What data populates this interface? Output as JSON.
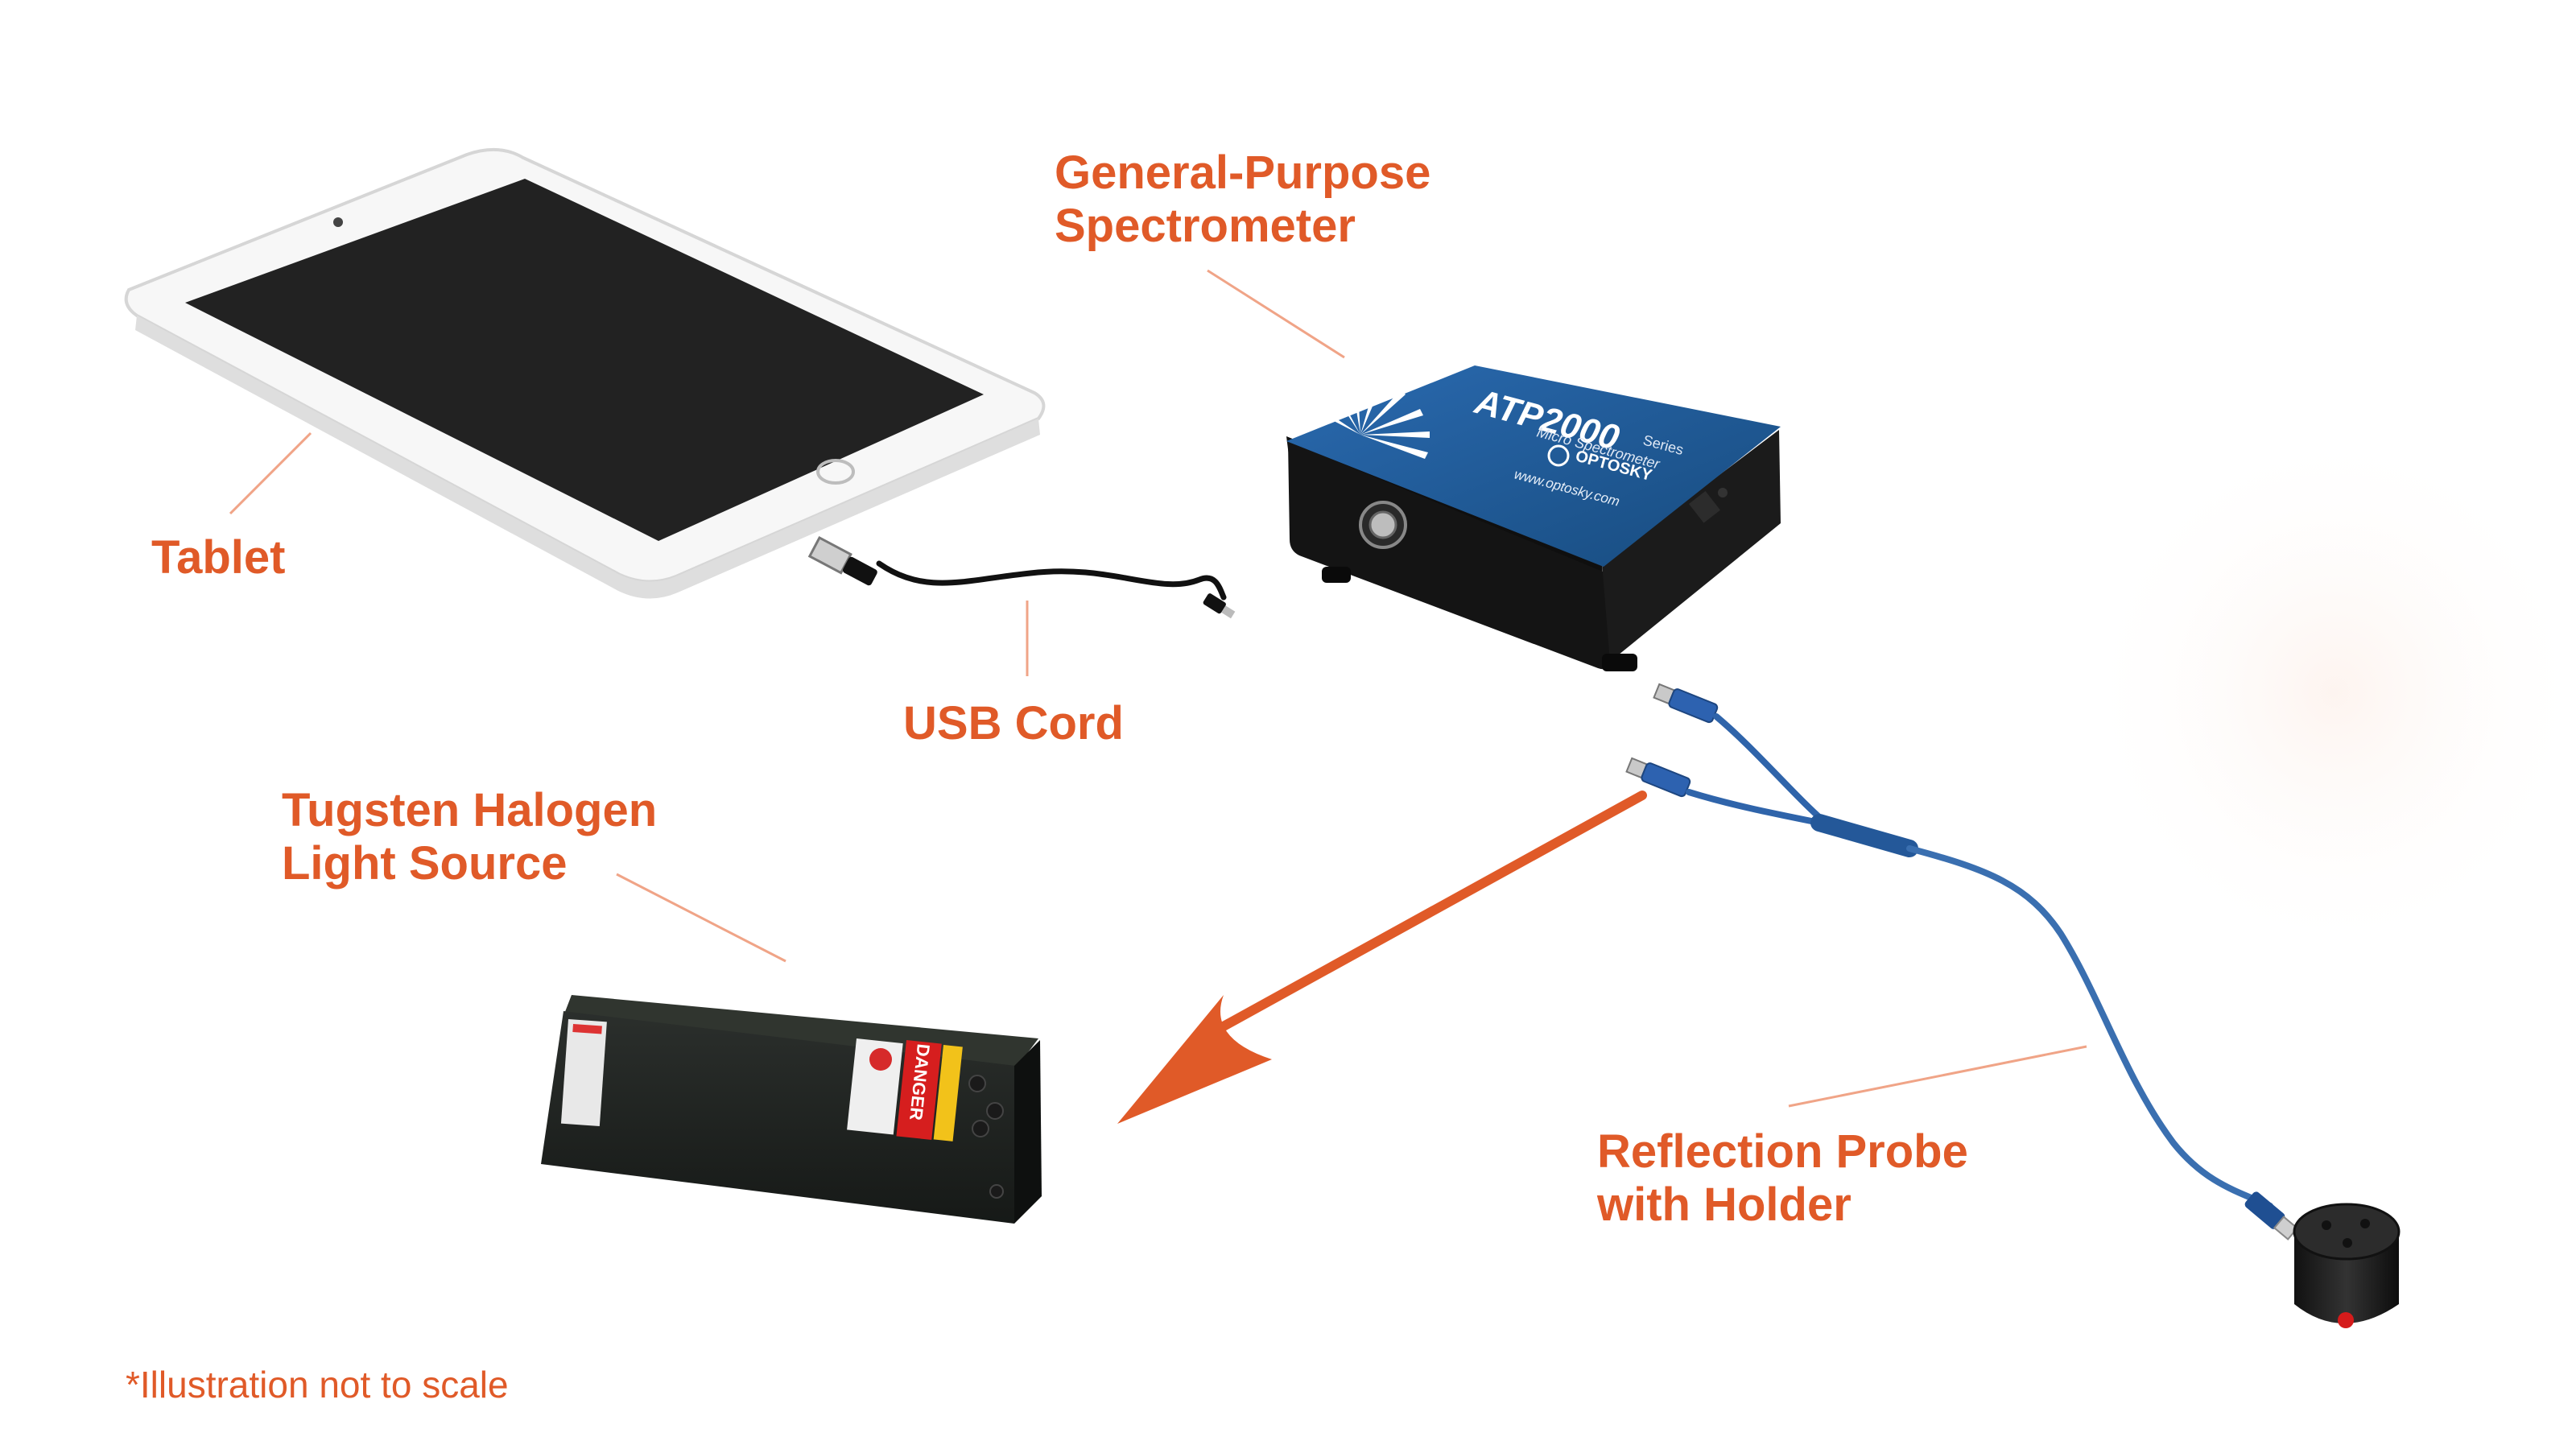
{
  "labels": {
    "spectrometer": {
      "line1": "General-Purpose",
      "line2": "Spectrometer"
    },
    "tablet": "Tablet",
    "usb": "USB Cord",
    "light_source": {
      "line1": "Tugsten Halogen",
      "line2": "Light Source"
    },
    "probe": {
      "line1": "Reflection Probe",
      "line2": "with Holder"
    }
  },
  "footnote": "*Illustration not to scale",
  "spectrometer_face": {
    "model": "ATP2000",
    "series": "Series",
    "subtitle": "Micro Spectrometer",
    "brand": "OPTOSKY",
    "url": "www.optosky.com"
  },
  "laser_face": {
    "warning": "DANGER"
  },
  "colors": {
    "accent": "#e05a28",
    "leader": "#f0a487",
    "spectrometer_blue": "#1f5d96",
    "fiber_blue": "#3a6fb0"
  },
  "icons": {
    "tablet": "tablet-icon",
    "usb_cable": "usb-cable-icon",
    "spectrometer": "spectrometer-device-icon",
    "light_source": "light-source-device-icon",
    "fiber": "fiber-cable-icon",
    "probe_holder": "probe-holder-icon",
    "arrow": "arrow-icon"
  }
}
